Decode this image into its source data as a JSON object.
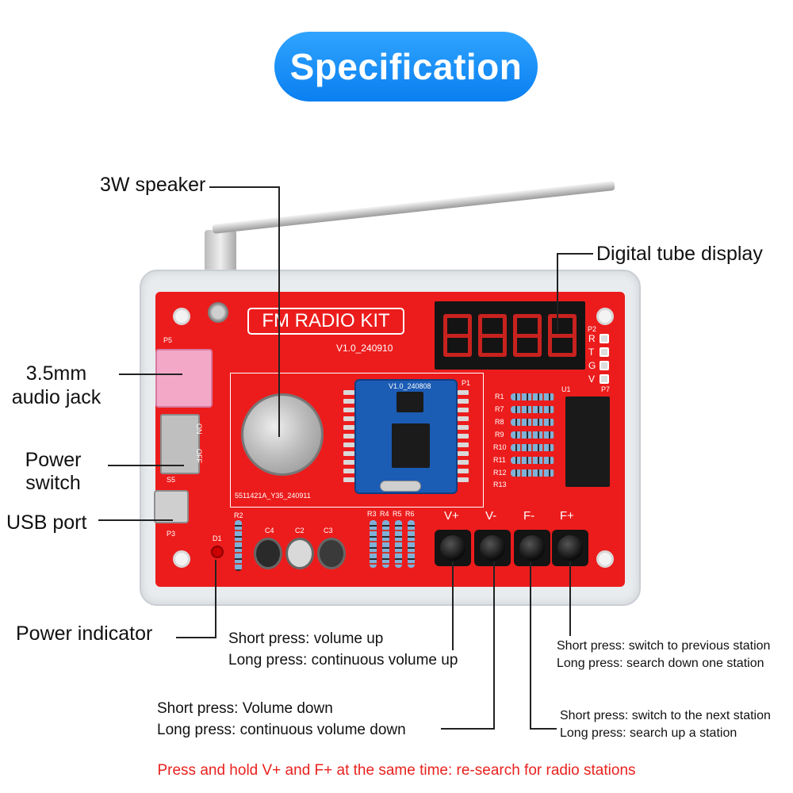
{
  "title": "Specification",
  "board": {
    "kit_name": "FM RADIO KIT",
    "version_main": "V1.0_240910",
    "version_module": "V1.0_240808",
    "speaker_code": "5511421A_Y35_240911",
    "switch_on": "ON",
    "switch_off": "OFF",
    "header_pins": [
      "R",
      "T",
      "G",
      "V"
    ],
    "resistor_labels_right": [
      "R1",
      "R7",
      "R8",
      "R9",
      "R10",
      "R11",
      "R12",
      "R13"
    ],
    "resistor_labels_bottom": [
      "R3",
      "R4",
      "R5",
      "R6"
    ],
    "cap_labels": [
      "C4",
      "C2",
      "C3"
    ],
    "small_labels": {
      "p5": "P5",
      "s5": "S5",
      "p3": "P3",
      "r2": "R2",
      "d1": "D1",
      "p1": "P1",
      "p2": "P2",
      "p7": "P7",
      "u1": "U1"
    },
    "buttons": [
      "V+",
      "V-",
      "F-",
      "F+"
    ]
  },
  "callouts": {
    "speaker": "3W speaker",
    "display": "Digital tube display",
    "audio_jack_line1": "3.5mm",
    "audio_jack_line2": "audio jack",
    "power_switch_line1": "Power",
    "power_switch_line2": "switch",
    "usb_port": "USB port",
    "power_indicator": "Power indicator"
  },
  "notes": {
    "vplus_short": "Short press: volume up",
    "vplus_long": "Long press: continuous volume up",
    "vminus_short": "Short press: Volume down",
    "vminus_long": "Long press: continuous volume down",
    "fplus_short": "Short press: switch to previous station",
    "fplus_long": "Long press: search down one station",
    "fminus_short": "Short press: switch to the next station",
    "fminus_long": "Long press: search up a station"
  },
  "footer": "Press and hold V+ and F+ at the same time: re-search for radio stations",
  "colors": {
    "title_blue": "#0a7ff0",
    "pcb_red": "#ec1c1c",
    "footer_red": "#e8221f"
  }
}
